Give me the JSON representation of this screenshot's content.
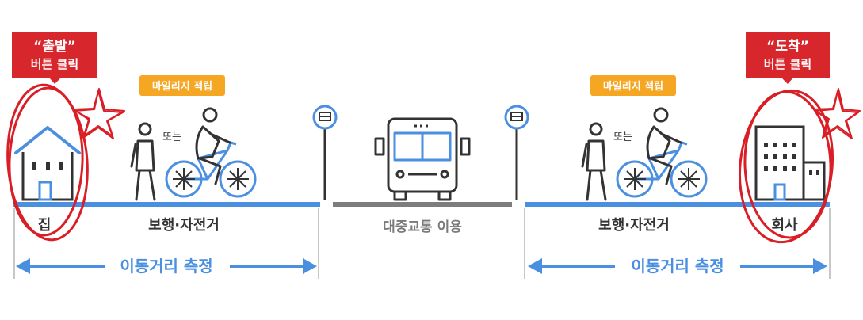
{
  "callouts": {
    "start": {
      "title": "“출발”",
      "subtitle": "버튼 클릭"
    },
    "arrive": {
      "title": "“도착”",
      "subtitle": "버튼 클릭"
    }
  },
  "mileage_tags": {
    "left": "마일리지 적립",
    "right": "마일리지 적립"
  },
  "or_labels": {
    "left": "또는",
    "right": "또는"
  },
  "segments": {
    "home": "집",
    "walk_bike_left": "보행·자전거",
    "transit": "대중교통 이용",
    "walk_bike_right": "보행·자전거",
    "office": "회사"
  },
  "measure": {
    "left": "이동거리 측정",
    "right": "이동거리 측정"
  },
  "colors": {
    "blue": "#4a8fe0",
    "red": "#d8262d",
    "red_stroke": "#d91e26",
    "orange": "#f5a623",
    "gray_road": "#7d7d7d",
    "dark": "#333333",
    "gray_text": "#7a7a7a"
  },
  "icons": [
    "house-icon",
    "building-icon",
    "bus-icon",
    "bus-stop-sign-icon",
    "pedestrian-icon",
    "cyclist-icon",
    "star-scribble-icon"
  ]
}
